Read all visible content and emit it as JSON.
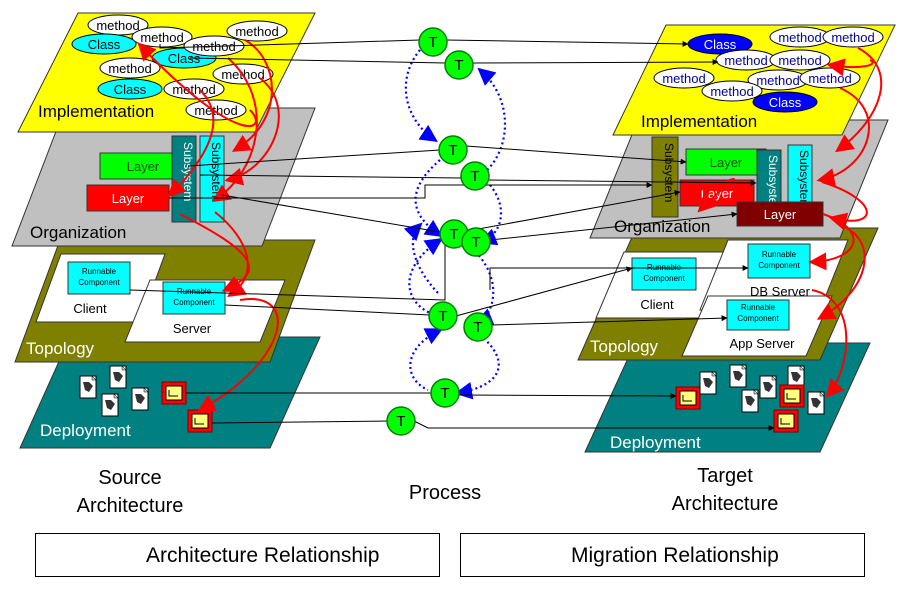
{
  "source": {
    "caption_line1": "Source",
    "caption_line2": "Architecture",
    "implementation": {
      "label": "Implementation",
      "class_label": "Class",
      "method_label": "method"
    },
    "organization": {
      "label": "Organization",
      "layer_label": "Layer",
      "subsystem_label": "Subsystem"
    },
    "topology": {
      "label": "Topology",
      "client_label": "Client",
      "server_label": "Server",
      "component_line1": "Runnable",
      "component_line2": "Component"
    },
    "deployment": {
      "label": "Deployment"
    }
  },
  "process": {
    "caption": "Process",
    "transform_label": "T"
  },
  "target": {
    "caption_line1": "Target",
    "caption_line2": "Architecture",
    "implementation": {
      "label": "Implementation",
      "class_label": "Class",
      "method_label": "method"
    },
    "organization": {
      "label": "Organization",
      "layer_label": "Layer",
      "subsystem_label": "Subsystem"
    },
    "topology": {
      "label": "Topology",
      "client_label": "Client",
      "db_server_label": "DB Server",
      "app_server_label": "App Server",
      "component_line1": "Runnable",
      "component_line2": "Component"
    },
    "deployment": {
      "label": "Deployment"
    }
  },
  "legend": {
    "architecture": "Architecture Relationship",
    "migration": "Migration Relationship"
  },
  "colors": {
    "implementation_plane": "#ffff00",
    "organization_plane": "#c0c0c0",
    "topology_plane": "#808000",
    "deployment_plane": "#008080",
    "class_fill": "#00ffff",
    "target_class_fill": "#0000ff",
    "layer_green": "#00ff00",
    "layer_red": "#ff0000",
    "layer_dark_red": "#800000",
    "subsystem_teal": "#008080",
    "target_subsystem_olive": "#808000",
    "transform_node": "#00ff00",
    "architecture_arrow": "#ff0000",
    "migration_arrow": "#0000ff"
  }
}
